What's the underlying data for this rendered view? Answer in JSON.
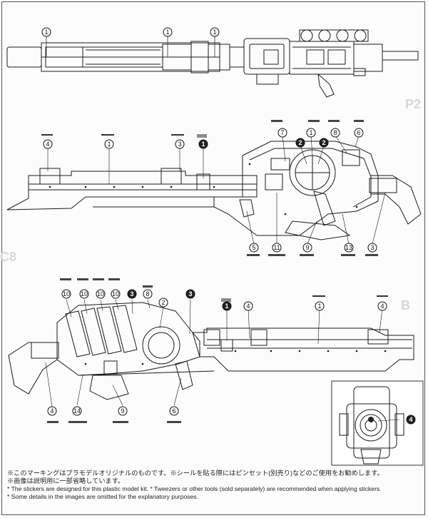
{
  "callouts": {
    "top": [
      "1",
      "1",
      "1"
    ],
    "middle": [
      "4",
      "1",
      "3",
      "1",
      "7",
      "2",
      "1",
      "2",
      "8",
      "6",
      "5",
      "11",
      "9",
      "13",
      "3"
    ],
    "bottom": [
      "10",
      "10",
      "10",
      "10",
      "3",
      "8",
      "2",
      "3",
      "1",
      "4",
      "1",
      "4",
      "4",
      "14",
      "9",
      "6"
    ],
    "inset": [
      "4"
    ]
  },
  "notes": {
    "line1": "※このマーキングはプラモデルオリジナルのものです。※シールを貼る際にはピンセット(別売り)などのご使用をお勧めします。",
    "line2": "※画像は説明用に一部省略しています。",
    "line3": "* The stickers are designed for this plastic model kit. * Tweezers or other tools (sold separately) are recommended when applying stickers.",
    "line4": "* Some details in the images are omitted for the explanatory purposes."
  },
  "colors": {
    "line": "#1a1a1a",
    "ghost": "#d9d9d9",
    "sticker_gray": "#8a8a8a",
    "sticker_dark": "#222222"
  }
}
